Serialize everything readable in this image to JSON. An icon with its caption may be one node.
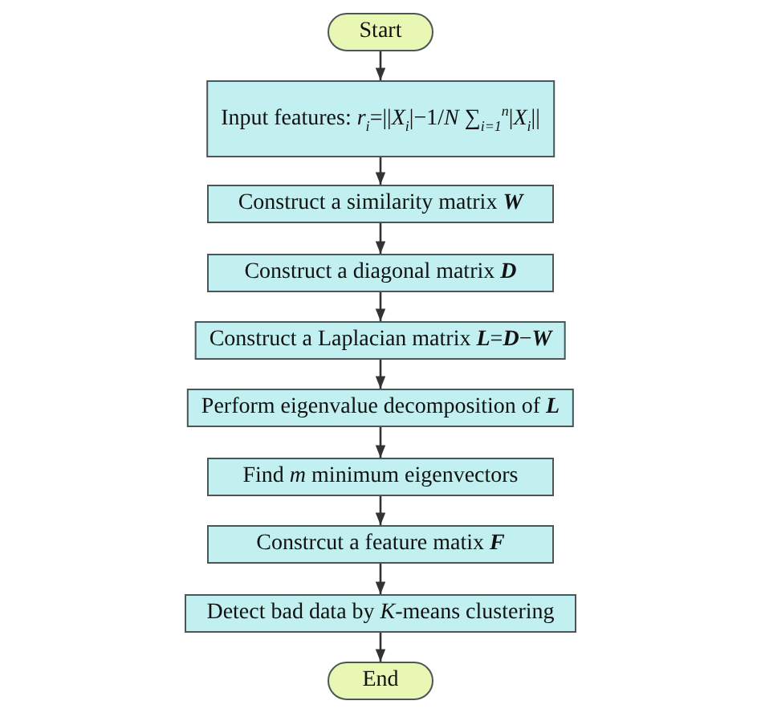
{
  "diagram": {
    "nodes": [
      {
        "text": [
          "Start"
        ]
      },
      {
        "text": [
          "Input features: *r*$_{i}$=||*X*$_{i}$|−1/*N* ∑$_{i=1}$$^{n}$|*X*$_{i}$||"
        ]
      },
      {
        "text": [
          "Construct a similarity matrix **W**"
        ]
      },
      {
        "text": [
          "Construct a diagonal matrix **D**"
        ]
      },
      {
        "text": [
          "Construct a Laplacian matrix **L**=**D**−**W**"
        ]
      },
      {
        "text": [
          "Perform eigenvalue decomposition of **L**"
        ]
      },
      {
        "text": [
          "Find *m* minimum eigenvectors"
        ]
      },
      {
        "text": [
          "Constrcut a feature matix **F**"
        ]
      },
      {
        "text": [
          "Detect bad data by *K*-means clustering"
        ]
      },
      {
        "text": [
          "End"
        ]
      }
    ],
    "edges": [
      {
        "from": 0,
        "to": 1,
        "arrow": "to"
      },
      {
        "from": 1,
        "to": 2,
        "arrow": "to"
      },
      {
        "from": 2,
        "to": 3,
        "arrow": "to"
      },
      {
        "from": 3,
        "to": 4,
        "arrow": "to"
      },
      {
        "from": 4,
        "to": 5,
        "arrow": "to"
      },
      {
        "from": 5,
        "to": 6,
        "arrow": "to"
      },
      {
        "from": 6,
        "to": 7,
        "arrow": "to"
      },
      {
        "from": 7,
        "to": 8,
        "arrow": "to"
      },
      {
        "from": 8,
        "to": 9,
        "arrow": "to"
      }
    ]
  }
}
